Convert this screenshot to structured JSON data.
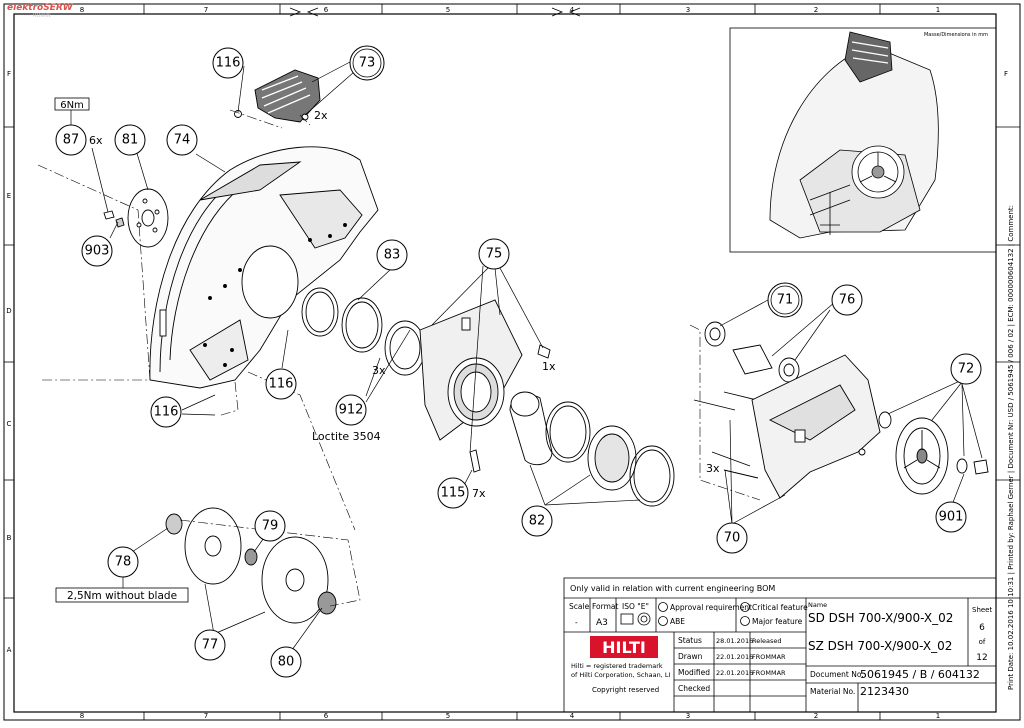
{
  "watermark": {
    "brand": "elektroSERW",
    "sub": "ROWIN"
  },
  "border": {
    "columns": [
      "8",
      "7",
      "6",
      "5",
      "4",
      "3",
      "2",
      "1"
    ],
    "rows": [
      "F",
      "E",
      "D",
      "C",
      "B",
      "A"
    ]
  },
  "dimensions_note": "Masse/Dimensions in mm",
  "side_text": "Print Date: 10.02.2016 10:10:31 | Printed by: Raphael Gerner | Document Nr: USD / 5061945 / 006 / 02 | ECM: 000000604132 | Comment:",
  "notes": {
    "torque_top": "6Nm",
    "torque_blade": "2,5Nm without blade",
    "loctite": "Loctite 3504"
  },
  "callouts": [
    {
      "id": "116a",
      "label": "116"
    },
    {
      "id": "73",
      "label": "73"
    },
    {
      "id": "87",
      "label": "87"
    },
    {
      "id": "81",
      "label": "81"
    },
    {
      "id": "74",
      "label": "74"
    },
    {
      "id": "903",
      "label": "903"
    },
    {
      "id": "83",
      "label": "83"
    },
    {
      "id": "75",
      "label": "75"
    },
    {
      "id": "116b",
      "label": "116"
    },
    {
      "id": "116c",
      "label": "116"
    },
    {
      "id": "912",
      "label": "912"
    },
    {
      "id": "115",
      "label": "115"
    },
    {
      "id": "82",
      "label": "82"
    },
    {
      "id": "71",
      "label": "71"
    },
    {
      "id": "76",
      "label": "76"
    },
    {
      "id": "72",
      "label": "72"
    },
    {
      "id": "901",
      "label": "901"
    },
    {
      "id": "70",
      "label": "70"
    },
    {
      "id": "78",
      "label": "78"
    },
    {
      "id": "79",
      "label": "79"
    },
    {
      "id": "77",
      "label": "77"
    },
    {
      "id": "80",
      "label": "80"
    }
  ],
  "qty_labels": {
    "q87": "6x",
    "q73": "2x",
    "q912": "3x",
    "q75": "1x",
    "q115": "7x",
    "q70": "3x"
  },
  "title_block": {
    "validity": "Only valid in relation with current engineering BOM",
    "scale_label": "Scale",
    "scale_value": "-",
    "format_label": "Format",
    "format_value": "A3",
    "iso_label": "ISO \"E\"",
    "approval": "Approval requirement",
    "critical": "Critical feature",
    "abe": "ABE",
    "major": "Major feature",
    "name_label": "Name",
    "name_1": "SD DSH 700-X/900-X_02",
    "name_2": "SZ DSH 700-X/900-X_02",
    "sheet_label": "Sheet",
    "sheet_value": "6",
    "of_label": "of",
    "of_value": "12",
    "logo": "HILTI",
    "trademark_1": "Hilti = registered trademark",
    "trademark_2": "of Hilti Corporation, Schaan, LI",
    "copyright": "Copyright reserved",
    "rows": [
      {
        "label": "Status",
        "date": "28.01.2016",
        "value": "Released"
      },
      {
        "label": "Drawn",
        "date": "22.01.2016",
        "value": "FROMMAR"
      },
      {
        "label": "Modified",
        "date": "22.01.2016",
        "value": "FROMMAR"
      },
      {
        "label": "Checked",
        "date": "",
        "value": ""
      }
    ],
    "document_label": "Document No.",
    "document_value": "5061945 / B / 604132",
    "material_label": "Material No.",
    "material_value": "2123430"
  }
}
